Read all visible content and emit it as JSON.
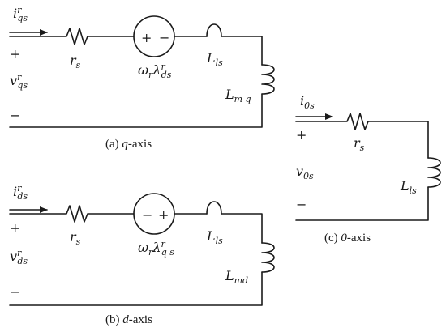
{
  "q_axis": {
    "current_main": "i",
    "current_sub": "qs",
    "current_sup": "r",
    "plus": "+",
    "minus": "−",
    "voltage_main": "v",
    "voltage_sub": "qs",
    "voltage_sup": "r",
    "resistor_main": "r",
    "resistor_sub": "s",
    "source_plus": "+",
    "source_minus": "−",
    "emf_omega": "ω",
    "emf_omega_sub": "r",
    "emf_lambda": "λ",
    "emf_lambda_sub": "ds",
    "emf_lambda_sup": "r",
    "leak_main": "L",
    "leak_sub": "ls",
    "mag_main": "L",
    "mag_sub": "m q",
    "caption_prefix": "(a) ",
    "caption_italic": "q",
    "caption_suffix": "-axis"
  },
  "d_axis": {
    "current_main": "i",
    "current_sub": "ds",
    "current_sup": "r",
    "plus": "+",
    "minus": "−",
    "voltage_main": "v",
    "voltage_sub": "ds",
    "voltage_sup": "r",
    "resistor_main": "r",
    "resistor_sub": "s",
    "source_minus": "−",
    "source_plus": "+",
    "emf_omega": "ω",
    "emf_omega_sub": "r",
    "emf_lambda": "λ",
    "emf_lambda_sub": "q s",
    "emf_lambda_sup": "r",
    "leak_main": "L",
    "leak_sub": "ls",
    "mag_main": "L",
    "mag_sub": "md",
    "caption_prefix": "(b) ",
    "caption_italic": "d",
    "caption_suffix": "-axis"
  },
  "zero_axis": {
    "current_main": "i",
    "current_sub": "0s",
    "plus": "+",
    "minus": "−",
    "voltage_main": "v",
    "voltage_sub": "0s",
    "resistor_main": "r",
    "resistor_sub": "s",
    "leak_main": "L",
    "leak_sub": "ls",
    "caption_prefix": "(c) ",
    "caption_italic": "0",
    "caption_suffix": "-axis"
  }
}
